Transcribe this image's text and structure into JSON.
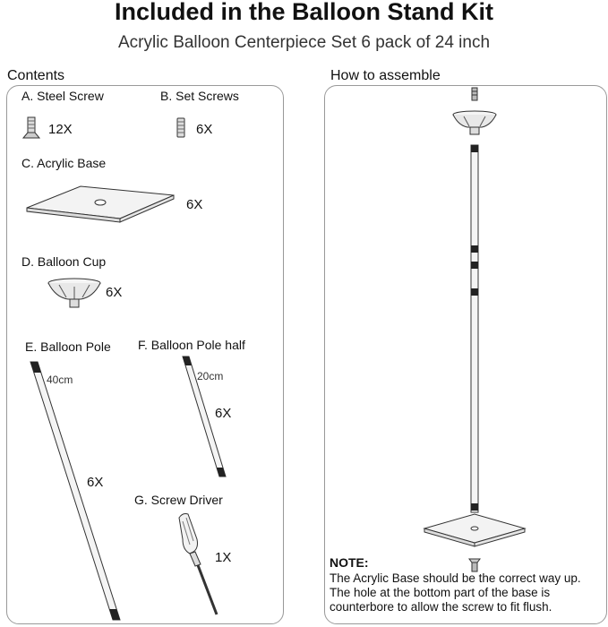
{
  "header": {
    "title": "Included in the Balloon Stand Kit",
    "subtitle": "Acrylic Balloon Centerpiece Set 6 pack of 24 inch"
  },
  "contents": {
    "heading": "Contents",
    "items": [
      {
        "label": "A.  Steel Screw",
        "qty": "12X",
        "icon": "steel-screw-icon"
      },
      {
        "label": "B. Set Screws",
        "qty": "6X",
        "icon": "set-screw-icon"
      },
      {
        "label": "C. Acrylic Base",
        "qty": "6X",
        "icon": "acrylic-base-icon"
      },
      {
        "label": "D. Balloon Cup",
        "qty": "6X",
        "icon": "balloon-cup-icon"
      },
      {
        "label": "E. Balloon Pole",
        "qty": "6X",
        "size": "40cm",
        "icon": "balloon-pole-icon"
      },
      {
        "label": "F. Balloon Pole half",
        "qty": "6X",
        "size": "20cm",
        "icon": "balloon-pole-half-icon"
      },
      {
        "label": "G. Screw Driver",
        "qty": "1X",
        "icon": "screw-driver-icon"
      }
    ]
  },
  "assembly": {
    "heading": "How to assemble",
    "note_title": "NOTE:",
    "note_text": "The Acrylic Base should be the correct way up. The hole at the bottom part of the base is counterbore to allow the screw to fit flush."
  },
  "colors": {
    "border": "#999999",
    "line": "#333333",
    "pole_end": "#222222"
  }
}
